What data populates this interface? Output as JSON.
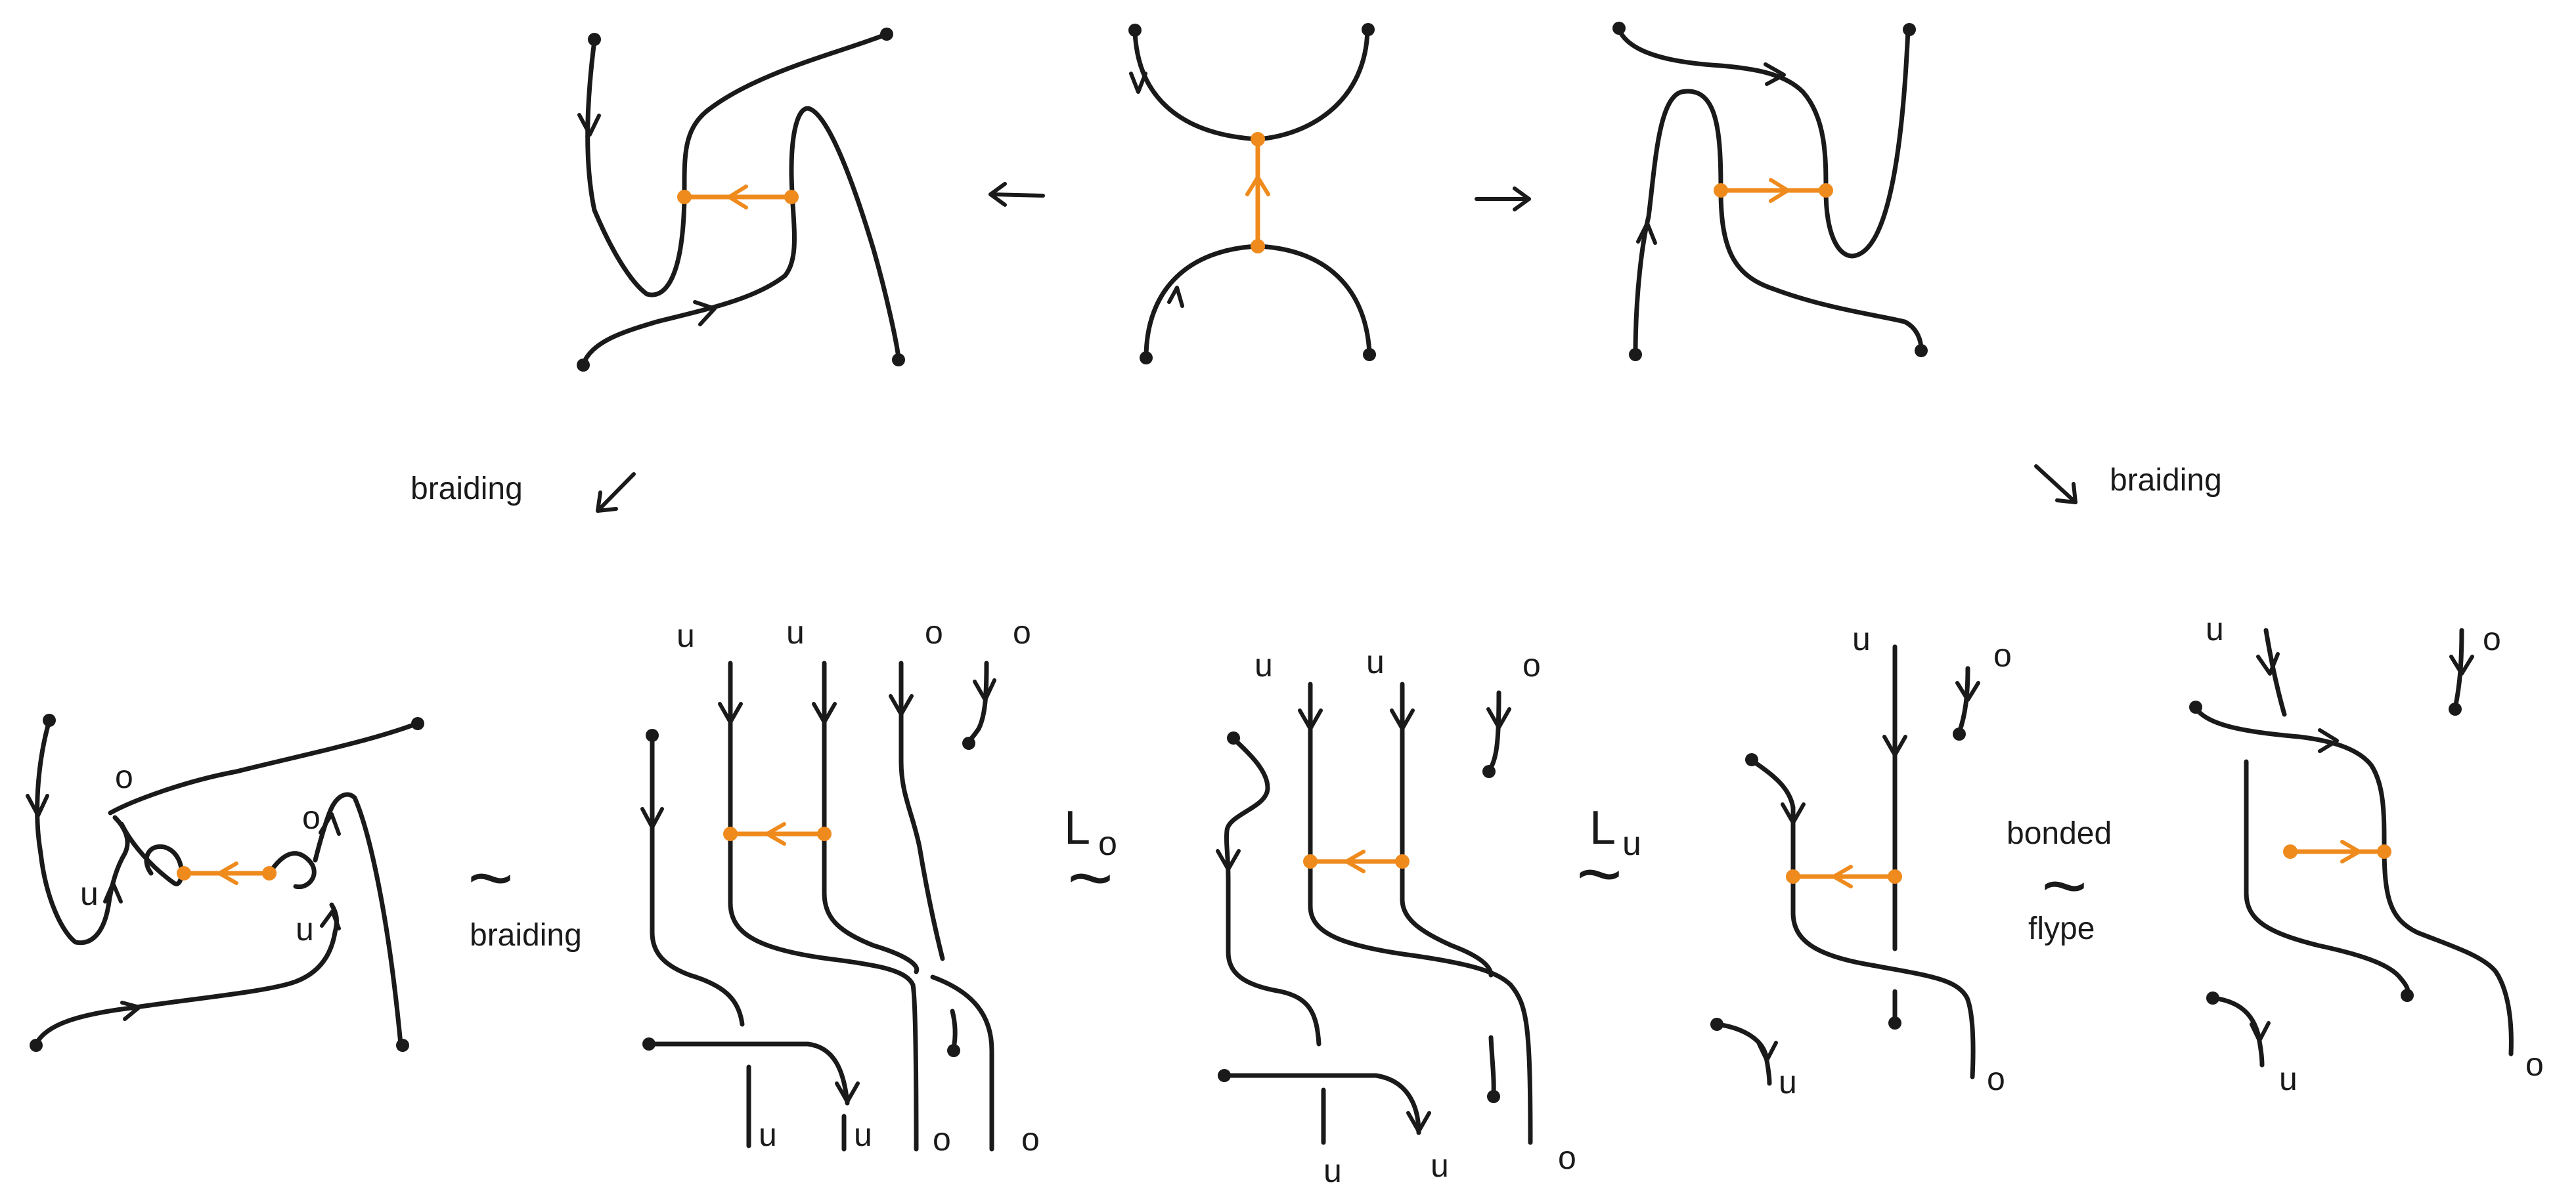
{
  "colors": {
    "strand": "#1a1a1a",
    "bond": "#ef8a1d",
    "background": "#ffffff"
  },
  "captions": {
    "braiding_left": "braiding",
    "braiding_right": "braiding",
    "braiding_bottom": "braiding",
    "bonded": "bonded",
    "flype": "flype"
  },
  "moves": {
    "Lo_letter": "L",
    "Lo_sub": "o",
    "Lu_letter": "L",
    "Lu_sub": "u",
    "tilde": "~"
  },
  "labels": {
    "p1": [
      "o",
      "o",
      "u",
      "u"
    ],
    "p2_top": [
      "u",
      "u",
      "o",
      "o"
    ],
    "p2_bottom": [
      "u",
      "u",
      "o",
      "o"
    ],
    "p3_top": [
      "u",
      "u",
      "o"
    ],
    "p3_bottom": [
      "u",
      "u",
      "o"
    ],
    "p4": [
      "u",
      "o",
      "u",
      "o"
    ],
    "p5": [
      "u",
      "o",
      "u",
      "o"
    ]
  }
}
